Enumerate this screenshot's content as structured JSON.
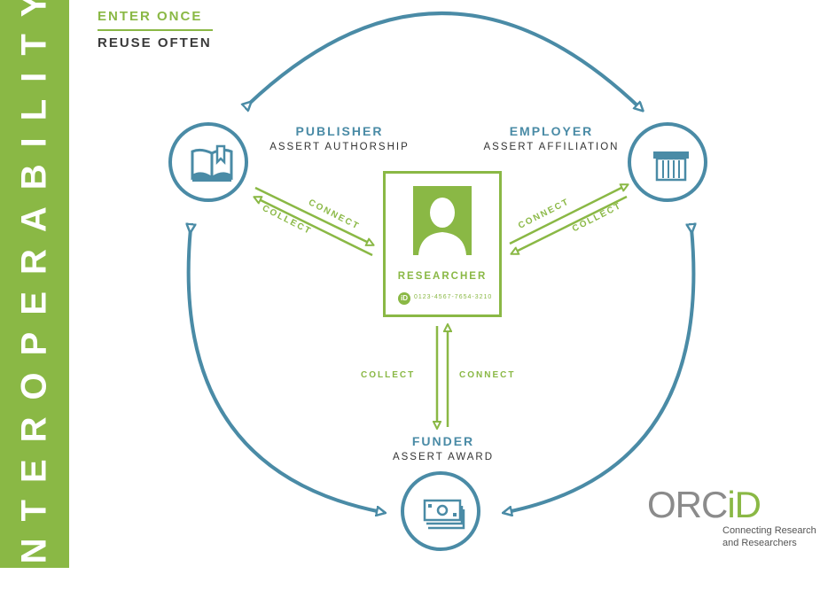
{
  "sidebar": {
    "title": "INTEROPERABILITY"
  },
  "tagline": {
    "line1": "ENTER ONCE",
    "line2": "REUSE OFTEN"
  },
  "publisher": {
    "role": "PUBLISHER",
    "action": "ASSERT AUTHORSHIP",
    "icon": "book-icon"
  },
  "employer": {
    "role": "EMPLOYER",
    "action": "ASSERT AFFILIATION",
    "icon": "building-icon"
  },
  "funder": {
    "role": "FUNDER",
    "action": "ASSERT AWARD",
    "icon": "money-icon"
  },
  "researcher": {
    "title": "RESEARCHER",
    "orcid_id": "0123-4567-7654-3210",
    "badge": "iD",
    "icon": "person-icon"
  },
  "flows": {
    "connect": "CONNECT",
    "collect": "COLLECT"
  },
  "logo": {
    "orc": "ORC",
    "id": "iD",
    "line1": "Connecting Research",
    "line2": "and Researchers"
  },
  "colors": {
    "green": "#8ab845",
    "blue": "#4a8ba6",
    "dark": "#333333"
  }
}
